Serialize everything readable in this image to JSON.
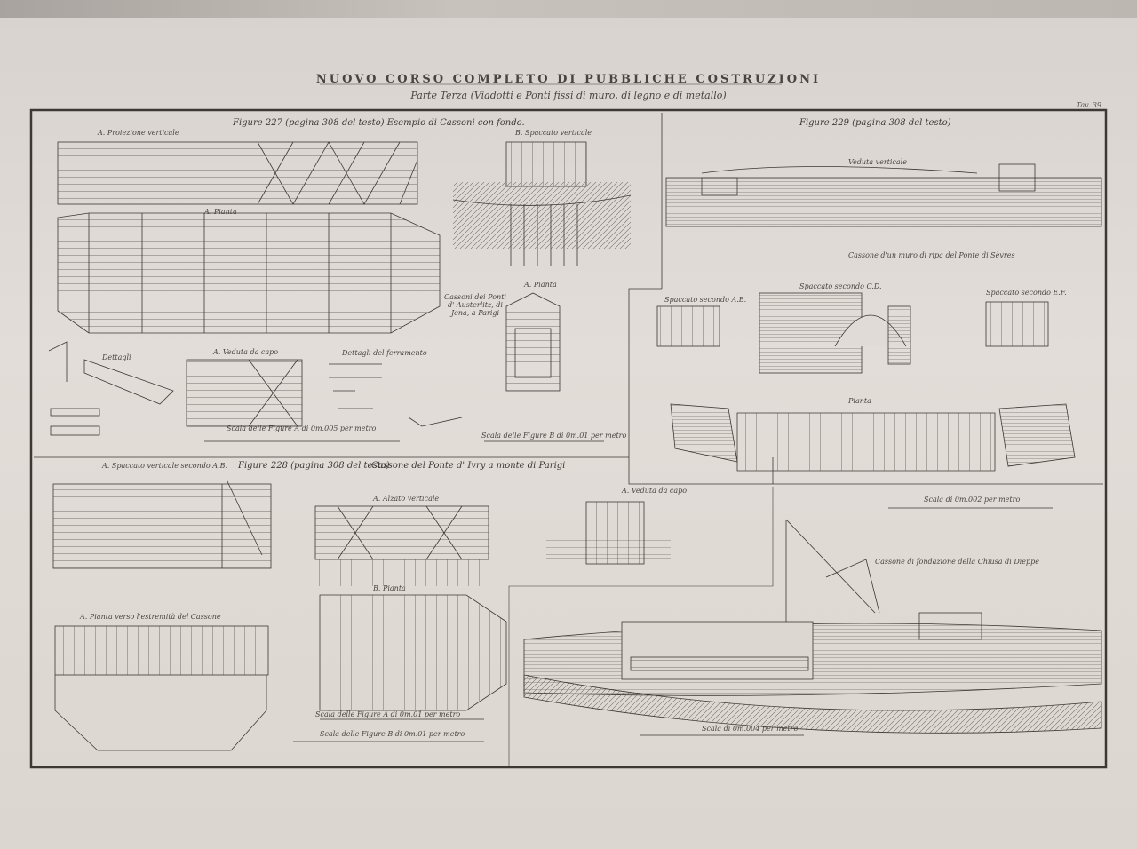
{
  "header": {
    "title": "NUOVO CORSO COMPLETO DI PUBBLICHE COSTRUZIONI",
    "subtitle": "Parte Terza (Viadotti e Ponti fissi di muro, di legno e di metallo)",
    "plate_number": "Tav. 39"
  },
  "figures": {
    "fig227": {
      "title": "Figure 227 (pagina 308 del testo) Esempio di Cassoni con fondo.",
      "labels": [
        "A. Proiezione verticale",
        "B. Spaccato verticale",
        "A. Pianta",
        "Dettagli",
        "A. Veduta da capo",
        "Dettagli del ferramento",
        "Cassoni dei Ponti d' Austerlitz, di Jena, a Parigi",
        "A. Pianta"
      ],
      "scales": [
        "Scala delle Figure A di 0m.005 per metro",
        "Scala delle Figure B di 0m.01 per metro"
      ]
    },
    "fig229": {
      "title": "Figure 229 (pagina 308 del testo)",
      "labels": [
        "Veduta verticale",
        "Cassone d'un muro di ripa del Ponte di Sèvres",
        "Spaccato secondo A.B.",
        "Spaccato secondo C.D.",
        "Spaccato secondo E.F.",
        "Pianta"
      ],
      "scale": "Scala di 0m.002 per metro"
    },
    "fig228": {
      "title": "Figure 228 (pagina 308 del testo)",
      "caption": "Cassone del Ponte d' Ivry a monte di Parigi",
      "labels": [
        "A. Spaccato verticale secondo A.B.",
        "A. Alzato verticale",
        "A. Veduta da capo",
        "B. Pianta",
        "A. Pianta verso l'estremità del Cassone"
      ],
      "scales": [
        "Scala delle Figure A di 0m.01 per metro",
        "Scala delle Figure B di 0m.01 per metro"
      ]
    },
    "fig230": {
      "caption": "Cassone di fondazione della Chiusa di Dieppe",
      "scale": "Scala di 0m.004 per metro"
    }
  },
  "colors": {
    "ink": "#3e3834",
    "paper": "#e0dbd6"
  }
}
